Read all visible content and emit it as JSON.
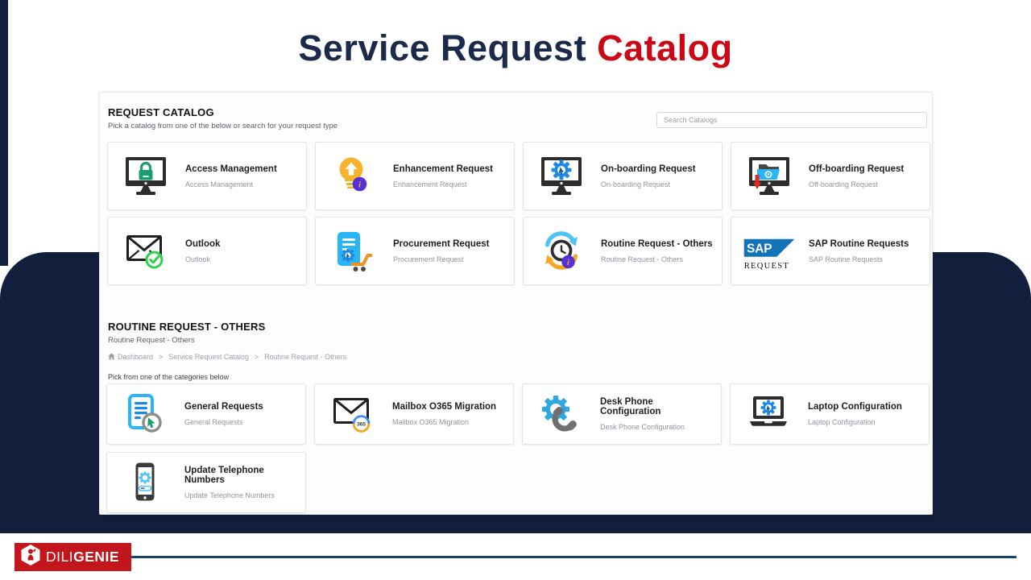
{
  "page": {
    "title": {
      "primary": "Service Request",
      "accent": "Catalog"
    }
  },
  "catalog_section": {
    "heading": "REQUEST CATALOG",
    "subheading": "Pick a catalog from one of the below or search for your request type",
    "search_placeholder": "Search Catalogs",
    "cards": [
      {
        "title": "Access Management",
        "subtitle": "Access Management",
        "icon": "monitor-lock-icon"
      },
      {
        "title": "Enhancement Request",
        "subtitle": "Enhancement Request",
        "icon": "lightbulb-arrow-icon"
      },
      {
        "title": "On-boarding Request",
        "subtitle": "On-boarding Request",
        "icon": "monitor-gear-icon"
      },
      {
        "title": "Off-boarding Request",
        "subtitle": "Off-boarding Request",
        "icon": "monitor-folder-icon"
      },
      {
        "title": "Outlook",
        "subtitle": "Outlook",
        "icon": "envelope-check-icon"
      },
      {
        "title": "Procurement Request",
        "subtitle": "Procurement Request",
        "icon": "document-cart-icon"
      },
      {
        "title": "Routine Request - Others",
        "subtitle": "Routine Request - Others",
        "icon": "clock-sync-icon"
      },
      {
        "title": "SAP Routine Requests",
        "subtitle": "SAP Routine Requests",
        "icon": "sap-request-icon"
      }
    ]
  },
  "routine_section": {
    "heading": "ROUTINE REQUEST - OTHERS",
    "subheading": "Routine Request - Others",
    "breadcrumb": [
      "Dashboard",
      "Service Request Catalog",
      "Routine Request - Others"
    ],
    "breadcrumb_separator": ">",
    "instruction": "Pick from one of the categories below",
    "cards": [
      {
        "title": "General Requests",
        "subtitle": "General Requests",
        "icon": "document-cursor-icon"
      },
      {
        "title": "Mailbox O365 Migration",
        "subtitle": "Mailbox O365 Migration",
        "icon": "envelope-365-icon"
      },
      {
        "title": "Desk Phone Configuration",
        "subtitle": "Desk Phone Configuration",
        "icon": "gear-phone-icon"
      },
      {
        "title": "Laptop Configuration",
        "subtitle": "Laptop Configuration",
        "icon": "laptop-gear-icon"
      },
      {
        "title": "Update Telephone Numbers",
        "subtitle": "Update Telephone Numbers",
        "icon": "phone-gear-icon"
      }
    ]
  },
  "icon_text": {
    "sap": "SAP",
    "sap_caption": "REQUEST",
    "o365_badge": "365",
    "info": "i"
  },
  "footer": {
    "brand_prefix": "DILI",
    "brand_suffix": "GENIE"
  },
  "colors": {
    "navy": "#111f3c",
    "accent_red": "#cc0716",
    "logo_red": "#c3151c",
    "footer_line_blue": "#17456b",
    "card_blue": "#1e88e5",
    "light_blue": "#29b6f6",
    "teal_green": "#1d9b72",
    "orange": "#f5a623",
    "purple": "#5430d6"
  }
}
